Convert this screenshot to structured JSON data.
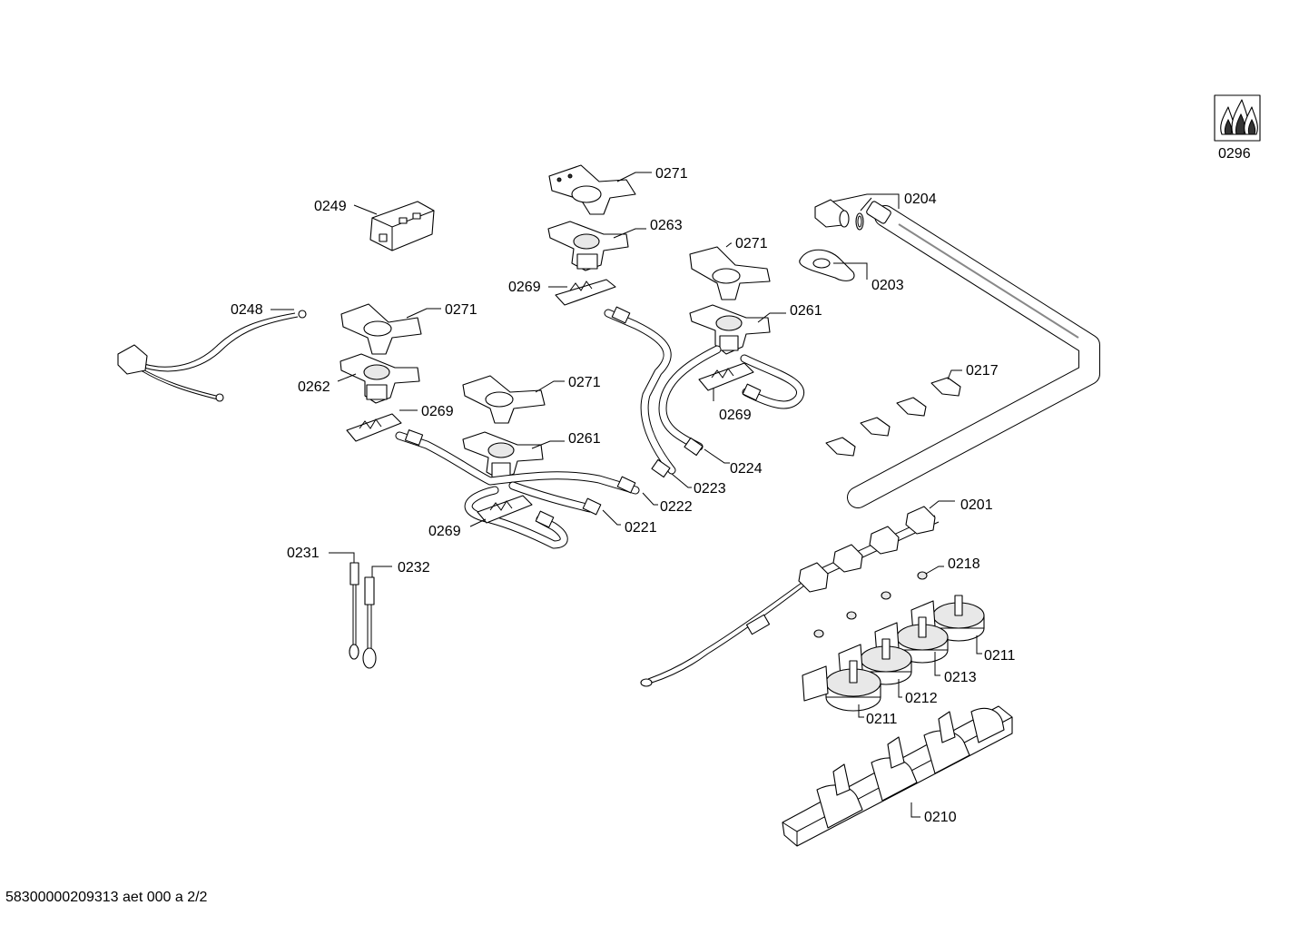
{
  "labels": {
    "l0296": "0296",
    "l0204": "0204",
    "l0203": "0203",
    "l0271a": "0271",
    "l0263": "0263",
    "l0249": "0249",
    "l0269a": "0269",
    "l0271b": "0271",
    "l0261a": "0261",
    "l0248": "0248",
    "l0271c": "0271",
    "l0262": "0262",
    "l0217": "0217",
    "l0271d": "0271",
    "l0269b": "0269",
    "l0269c": "0269",
    "l0261b": "0261",
    "l0224": "0224",
    "l0223": "0223",
    "l0222": "0222",
    "l0201": "0201",
    "l0269d": "0269",
    "l0221": "0221",
    "l0231": "0231",
    "l0232": "0232",
    "l0218": "0218",
    "l0211a": "0211",
    "l0213": "0213",
    "l0212": "0212",
    "l0211b": "0211",
    "l0210": "0210"
  },
  "footer": "58300000209313 aet 000 a 2/2",
  "icons": {
    "gas_symbol": "gas-flames-icon"
  }
}
